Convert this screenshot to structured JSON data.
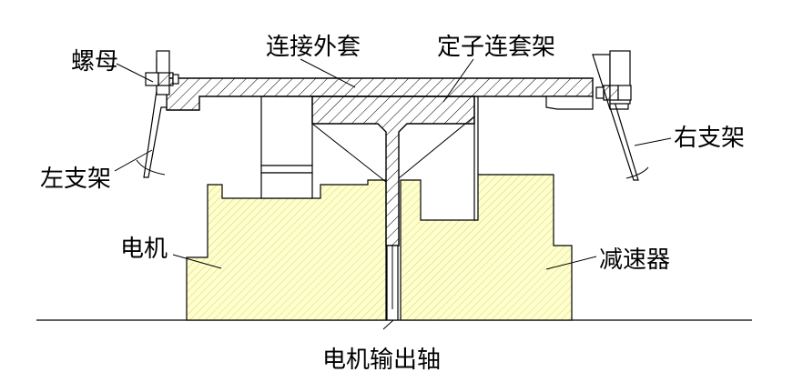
{
  "labels": {
    "nut": "螺母",
    "connect_outer_sleeve": "连接外套",
    "stator_connect_frame": "定子连套架",
    "left_bracket": "左支架",
    "right_bracket": "右支架",
    "motor": "电机",
    "reducer": "减速器",
    "motor_output_shaft": "电机输出轴"
  },
  "colors": {
    "line": "#000000",
    "component_fill": "#ffffcc",
    "component_hatch": "#d6d08a",
    "background": "#ffffff"
  }
}
